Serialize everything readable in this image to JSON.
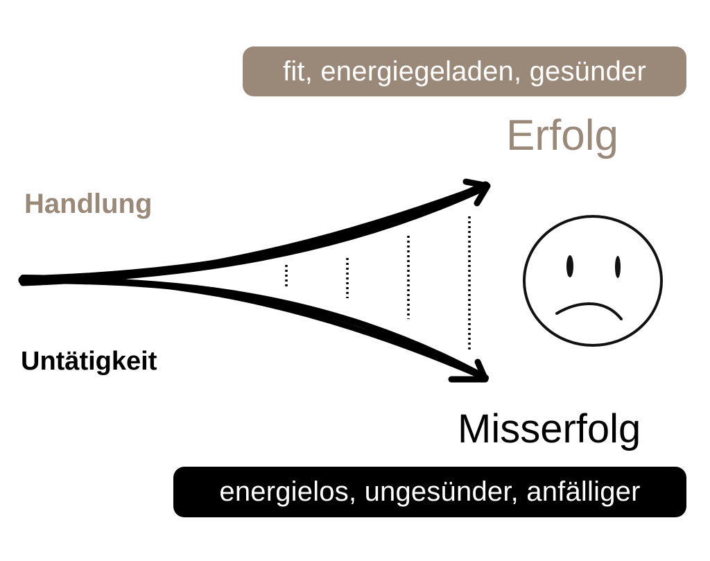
{
  "top_badge": {
    "text": "fit, energiegeladen, gesünder"
  },
  "success_label": "Erfolg",
  "action_label": "Handlung",
  "inaction_label": "Untätigkeit",
  "failure_label": "Misserfolg",
  "bottom_badge": {
    "text": "energielos, ungesünder, anfälliger"
  },
  "colors": {
    "accent": "#9a8878",
    "dark": "#000000",
    "text_on_badge": "#ffffff"
  },
  "icons": {
    "face": "sad-face-icon",
    "arrows": "diverging-arrows"
  }
}
